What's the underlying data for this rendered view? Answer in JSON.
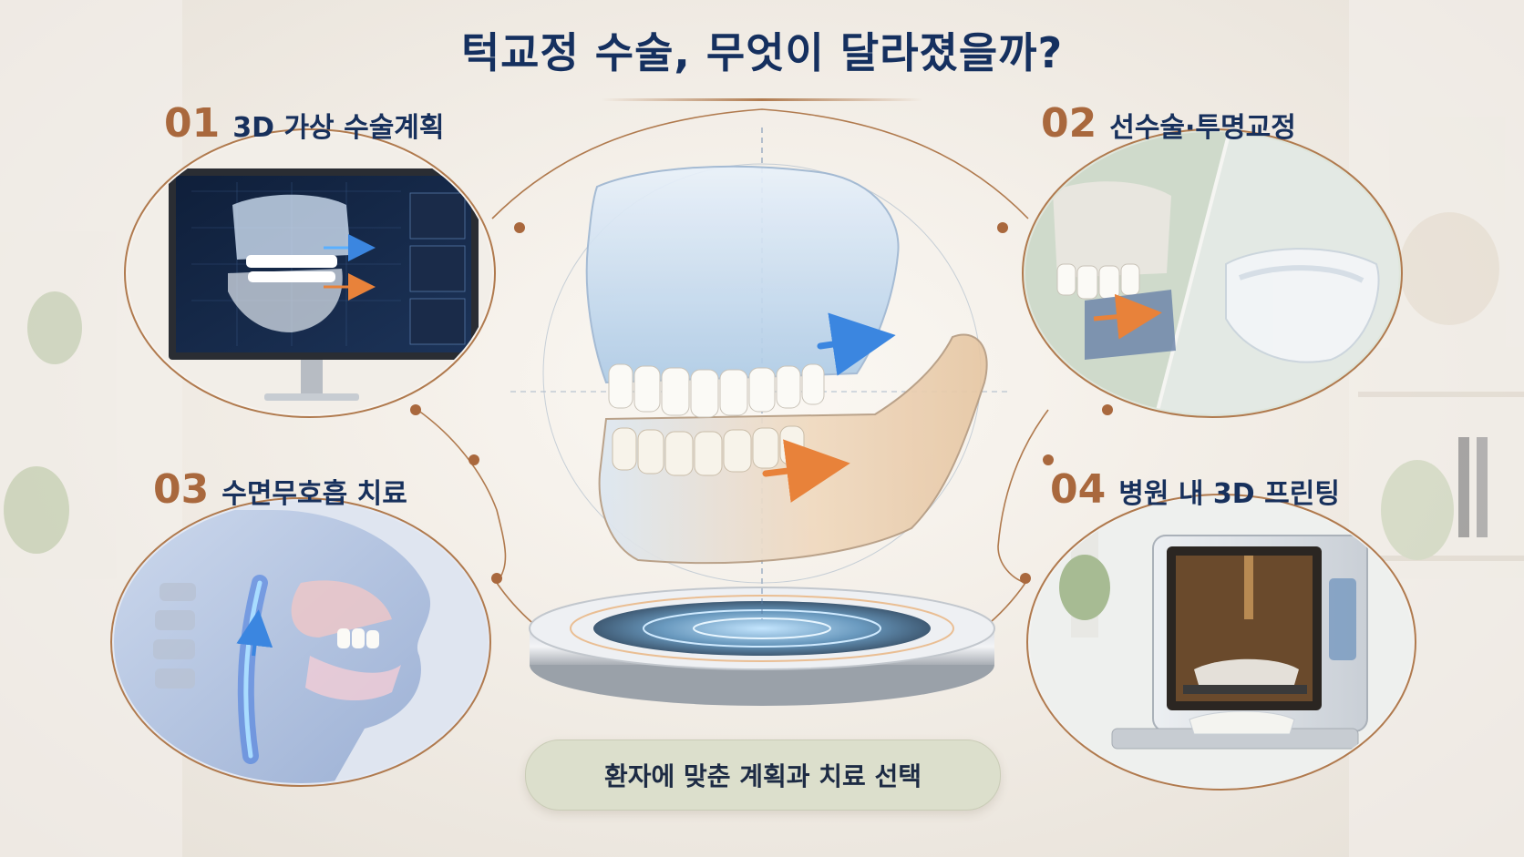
{
  "title": "턱교정 수술, 무엇이 달라졌을까?",
  "items": [
    {
      "num": "01",
      "label": "3D 가상 수술계획"
    },
    {
      "num": "02",
      "label": "선수술·투명교정"
    },
    {
      "num": "03",
      "label": "수면무호흡 치료"
    },
    {
      "num": "04",
      "label": "병원 내 3D 프린팅"
    }
  ],
  "footer_label": "환자에 맞춘 계획과 치료 선택",
  "colors": {
    "title": "#15305f",
    "number": "#a9683d",
    "accent_blue": "#3b86e0",
    "accent_orange": "#e8823a",
    "connector": "#b07a4e"
  }
}
